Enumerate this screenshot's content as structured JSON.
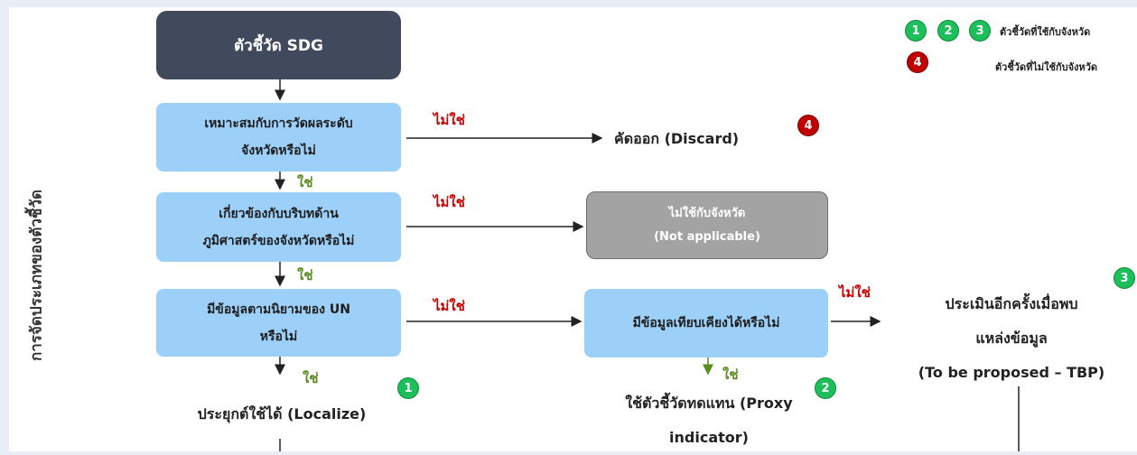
{
  "sidebar_label": "การจัดประเภทของตัวชี้วัด",
  "start_box": "ตัวชี้วัด SDG",
  "q1": {
    "line1": "เหมาะสมกับการวัดผลระดับ",
    "line2": "จังหวัดหรือไม่"
  },
  "q2": {
    "line1": "เกี่ยวข้องกับบริบทด้าน",
    "line2": "ภูมิศาสตร์ของจังหวัดหรือไม่"
  },
  "q3": {
    "line1": "มีข้อมูลตามนิยามของ UN",
    "line2": "หรือไม่"
  },
  "q4": "มีข้อมูลเทียบเคียงได้หรือไม่",
  "discard": "คัดออก (Discard)",
  "not_applicable": {
    "line1": "ไม่ใช้กับจังหวัด",
    "line2": "(Not applicable)"
  },
  "localize": "ประยุกต์ใช้ได้ (Localize)",
  "proxy": {
    "line1": "ใช้ตัวชี้วัดทดแทน (Proxy",
    "line2": "indicator)"
  },
  "tbp": {
    "line1": "ประเมินอีกครั้งเมื่อพบ",
    "line2": "แหล่งข้อมูล",
    "line3": "(To be proposed – TBP)"
  },
  "yes_label": "ใช่",
  "no_label": "ไม่ใช่",
  "badges": {
    "one": "1",
    "two": "2",
    "three": "3",
    "four": "4"
  },
  "legend": {
    "applicable": "ตัวชี้วัดที่ใช้กับจังหวัด",
    "not_applicable": "ตัวชี้วัดที่ไม่ใช้กับจังหวัด"
  },
  "colors": {
    "dark_box": "#414a5c",
    "blue_box": "#9dd0f8",
    "grey_box": "#a3a3a3",
    "yes": "#5b8c1f",
    "no": "#cc0000",
    "green_badge": "#1cbf5a",
    "red_badge": "#c00000"
  }
}
